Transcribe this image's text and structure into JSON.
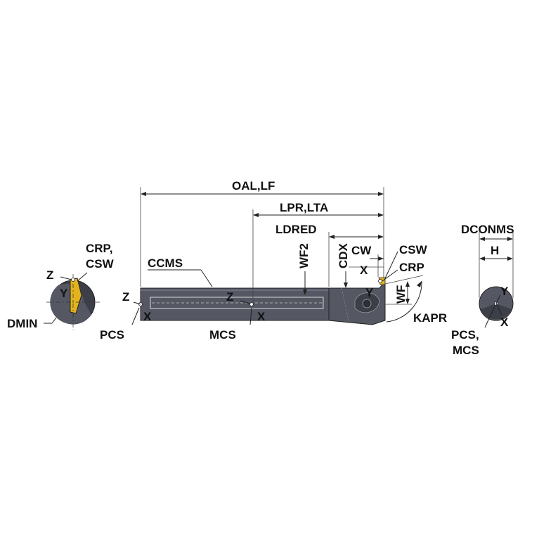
{
  "colors": {
    "body": "#555763",
    "body_dark": "#3c3e48",
    "insert": "#e3b21c",
    "line": "#222222",
    "background": "#ffffff"
  },
  "labels": {
    "oal_lf": "OAL,LF",
    "lpr_lta": "LPR,LTA",
    "ldred": "LDRED",
    "dconms": "DCONMS",
    "h": "H",
    "crp_csw_left_1": "CRP,",
    "crp_csw_left_2": "CSW",
    "z_left": "Z",
    "y_left": "Y",
    "dmin": "DMIN",
    "ccms": "CCMS",
    "wf2": "WF2",
    "cdx": "CDX",
    "cw": "CW",
    "csw": "CSW",
    "crp": "CRP",
    "x_top": "X",
    "y_head": "Y",
    "wf": "WF",
    "kapr": "KAPR",
    "z_pcs": "Z",
    "x_pcs": "X",
    "pcs": "PCS",
    "z_mcs": "Z",
    "x_mcs": "X",
    "mcs": "MCS",
    "y_right": "Y",
    "x_right": "X",
    "pcs_mcs_1": "PCS,",
    "pcs_mcs_2": "MCS"
  }
}
